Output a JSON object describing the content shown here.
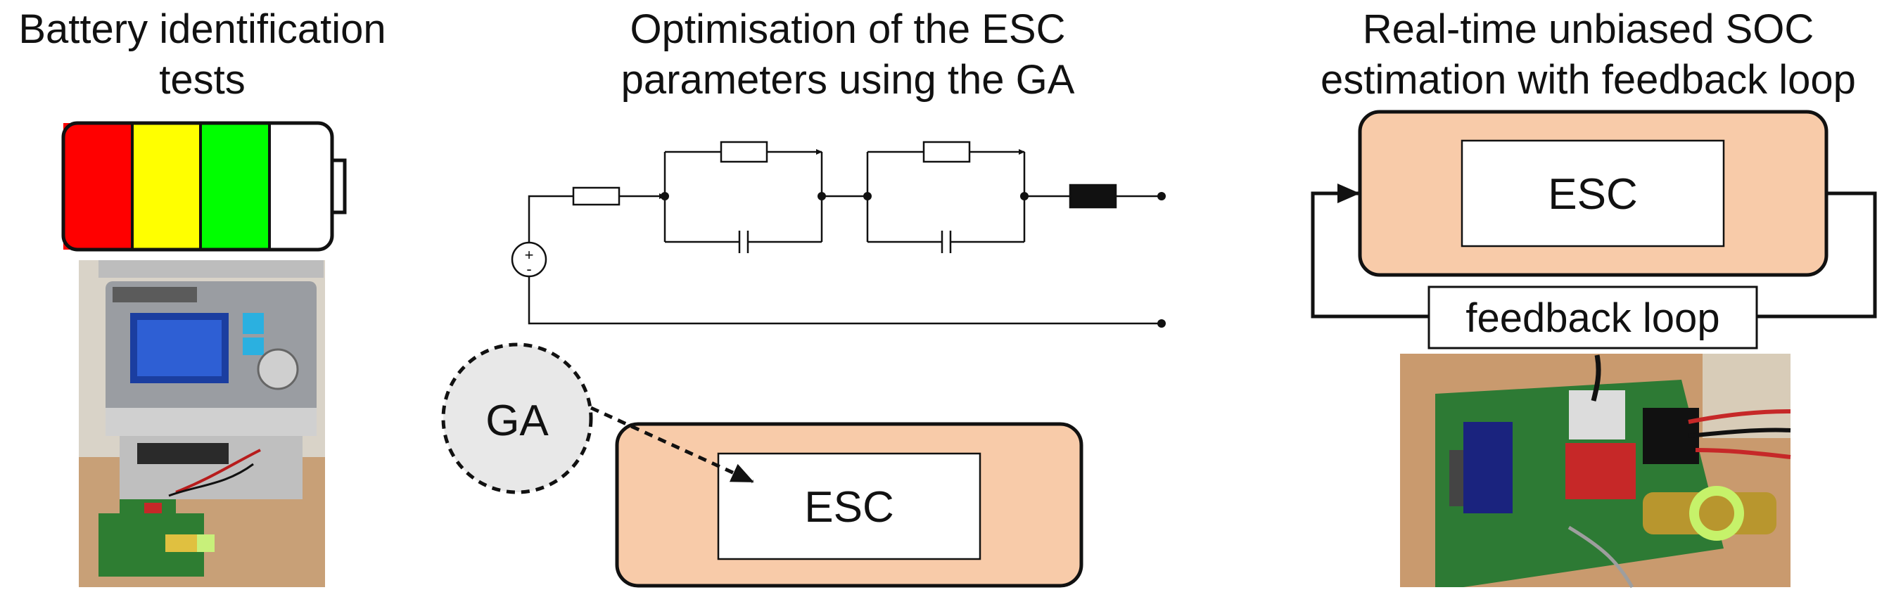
{
  "panels": [
    {
      "title_lines": [
        "Battery identification",
        "tests"
      ]
    },
    {
      "title_lines": [
        "Optimisation of the ESC",
        "parameters using the GA"
      ],
      "ga_label": "GA",
      "esc_label": "ESC",
      "source_polarity": {
        "plus": "+",
        "minus": "-"
      }
    },
    {
      "title_lines": [
        "Real-time unbiased SOC",
        "estimation with feedback loop"
      ],
      "esc_label": "ESC",
      "feedback_label": "feedback loop"
    }
  ],
  "colors": {
    "battery_red": "#ff0000",
    "battery_yellow": "#ffff00",
    "battery_green": "#00ff00",
    "esc_fill": "#f8cba9",
    "ga_fill": "#e8e8e8"
  }
}
